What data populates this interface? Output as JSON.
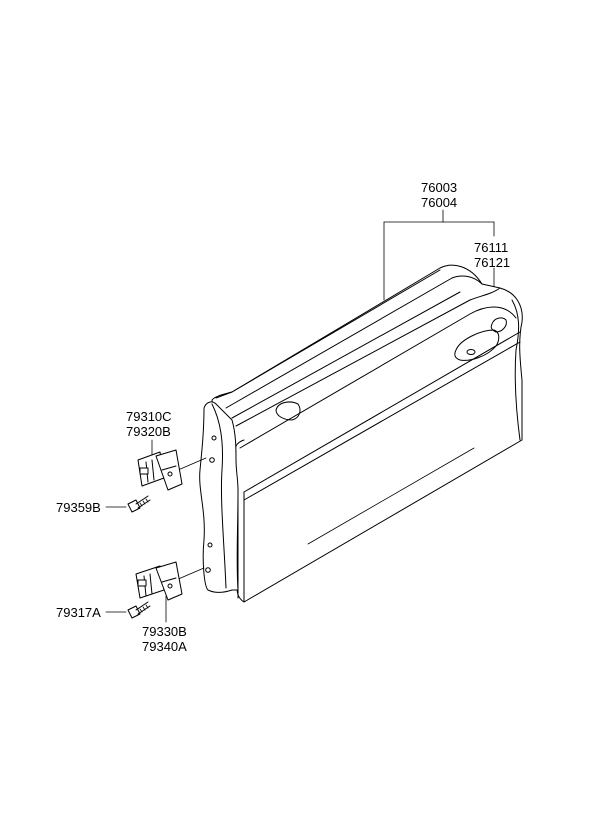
{
  "labels": {
    "door_assembly": [
      "76003",
      "76004"
    ],
    "door_panel": [
      "76111",
      "76121"
    ],
    "upper_hinge": [
      "79310C",
      "79320B"
    ],
    "upper_bolt": "79359B",
    "lower_bolt": "79317A",
    "lower_hinge": [
      "79330B",
      "79340A"
    ]
  }
}
